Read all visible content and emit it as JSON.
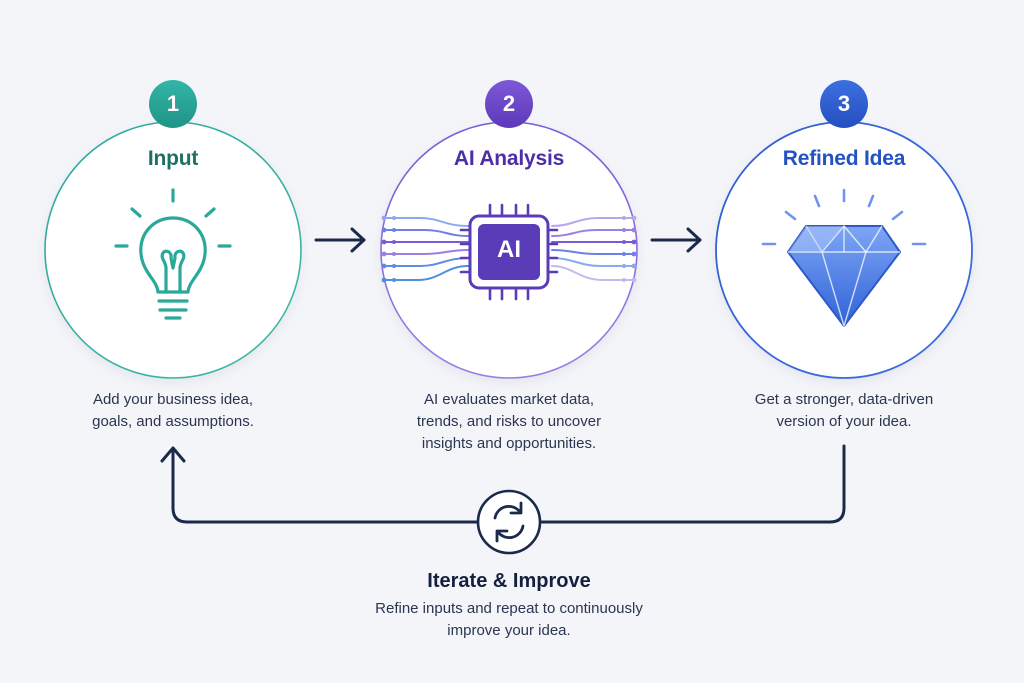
{
  "steps": [
    {
      "number": "1",
      "title": "Input",
      "description_lines": [
        "Add your business idea,",
        "goals, and assumptions."
      ],
      "icon": "lightbulb-icon",
      "color": "#2aa99b"
    },
    {
      "number": "2",
      "title": "AI Analysis",
      "chip_label": "AI",
      "description_lines": [
        "AI evaluates market data,",
        "trends, and risks to uncover",
        "insights and opportunities."
      ],
      "icon": "ai-chip-icon",
      "color": "#6a45c9"
    },
    {
      "number": "3",
      "title": "Refined Idea",
      "description_lines": [
        "Get a stronger, data-driven",
        "version of your idea."
      ],
      "icon": "diamond-icon",
      "color": "#2f5fd0"
    }
  ],
  "loop": {
    "title": "Iterate & Improve",
    "description_lines": [
      "Refine inputs and repeat to continuously",
      "improve your idea."
    ],
    "icon": "refresh-icon"
  },
  "colors": {
    "background": "#f4f5f9",
    "arrow": "#1b2a4a",
    "teal": "#2aa99b",
    "purple": "#6a45c9",
    "blue": "#2f5fd0"
  }
}
